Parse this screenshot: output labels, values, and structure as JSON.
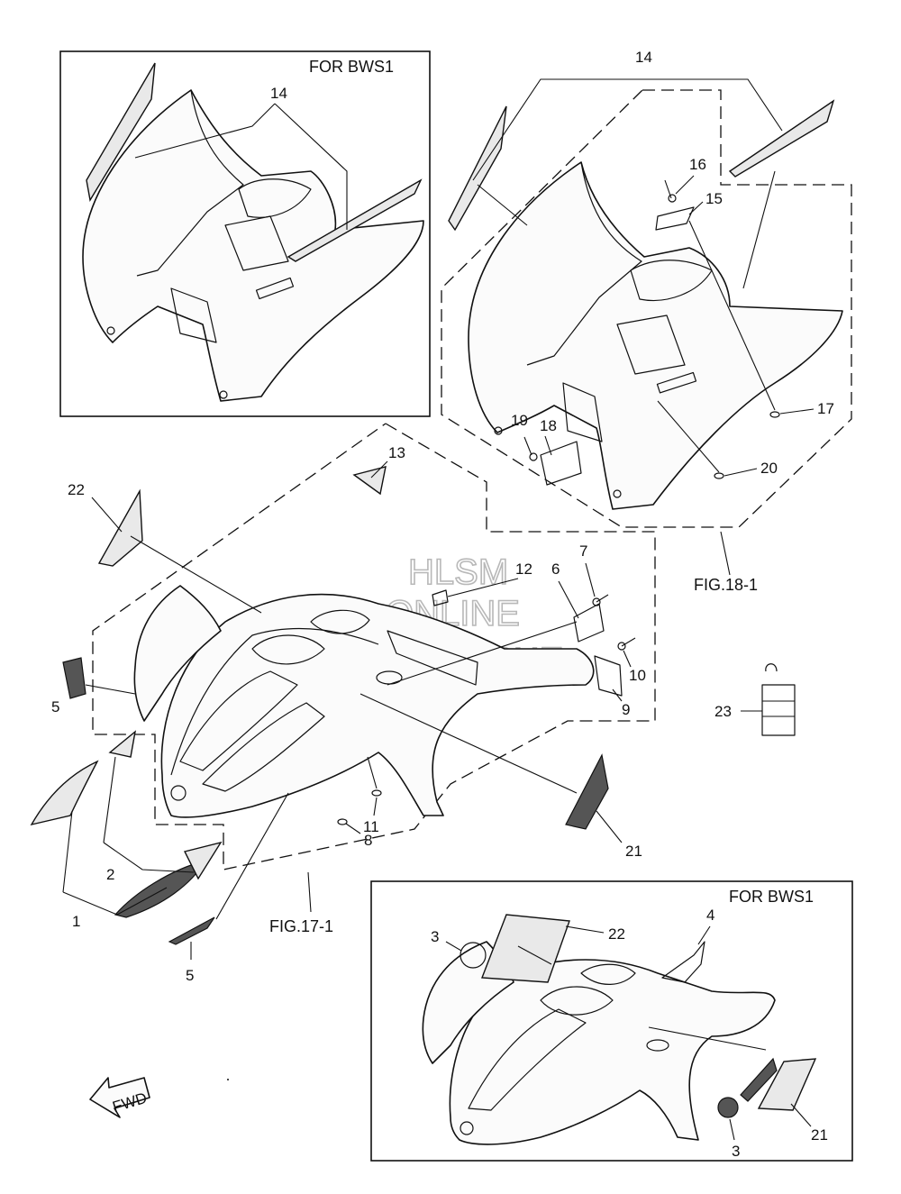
{
  "watermark": {
    "line1": "HLSM",
    "line2": "ONLINE",
    "line3": "MICROFICHE"
  },
  "insets": {
    "top_left": {
      "title": "FOR BWS1"
    },
    "bottom_right": {
      "title": "FOR BWS1"
    }
  },
  "figure_refs": {
    "rear": "FIG.18-1",
    "front": "FIG.17-1"
  },
  "fwd_label": "FWD",
  "callouts": {
    "c14_inset": "14",
    "c14": "14",
    "c16": "16",
    "c15": "15",
    "c17": "17",
    "c19": "19",
    "c18": "18",
    "c20": "20",
    "c13": "13",
    "c22": "22",
    "c7": "7",
    "c6": "6",
    "c12": "12",
    "c10": "10",
    "c9": "9",
    "c23": "23",
    "c5_left": "5",
    "c11": "11",
    "c8": "8",
    "c21": "21",
    "c2": "2",
    "c1": "1",
    "c5_bottom": "5",
    "c3_left": "3",
    "c22_inset": "22",
    "c4": "4",
    "c3_bottom": "3",
    "c21_inset": "21"
  }
}
